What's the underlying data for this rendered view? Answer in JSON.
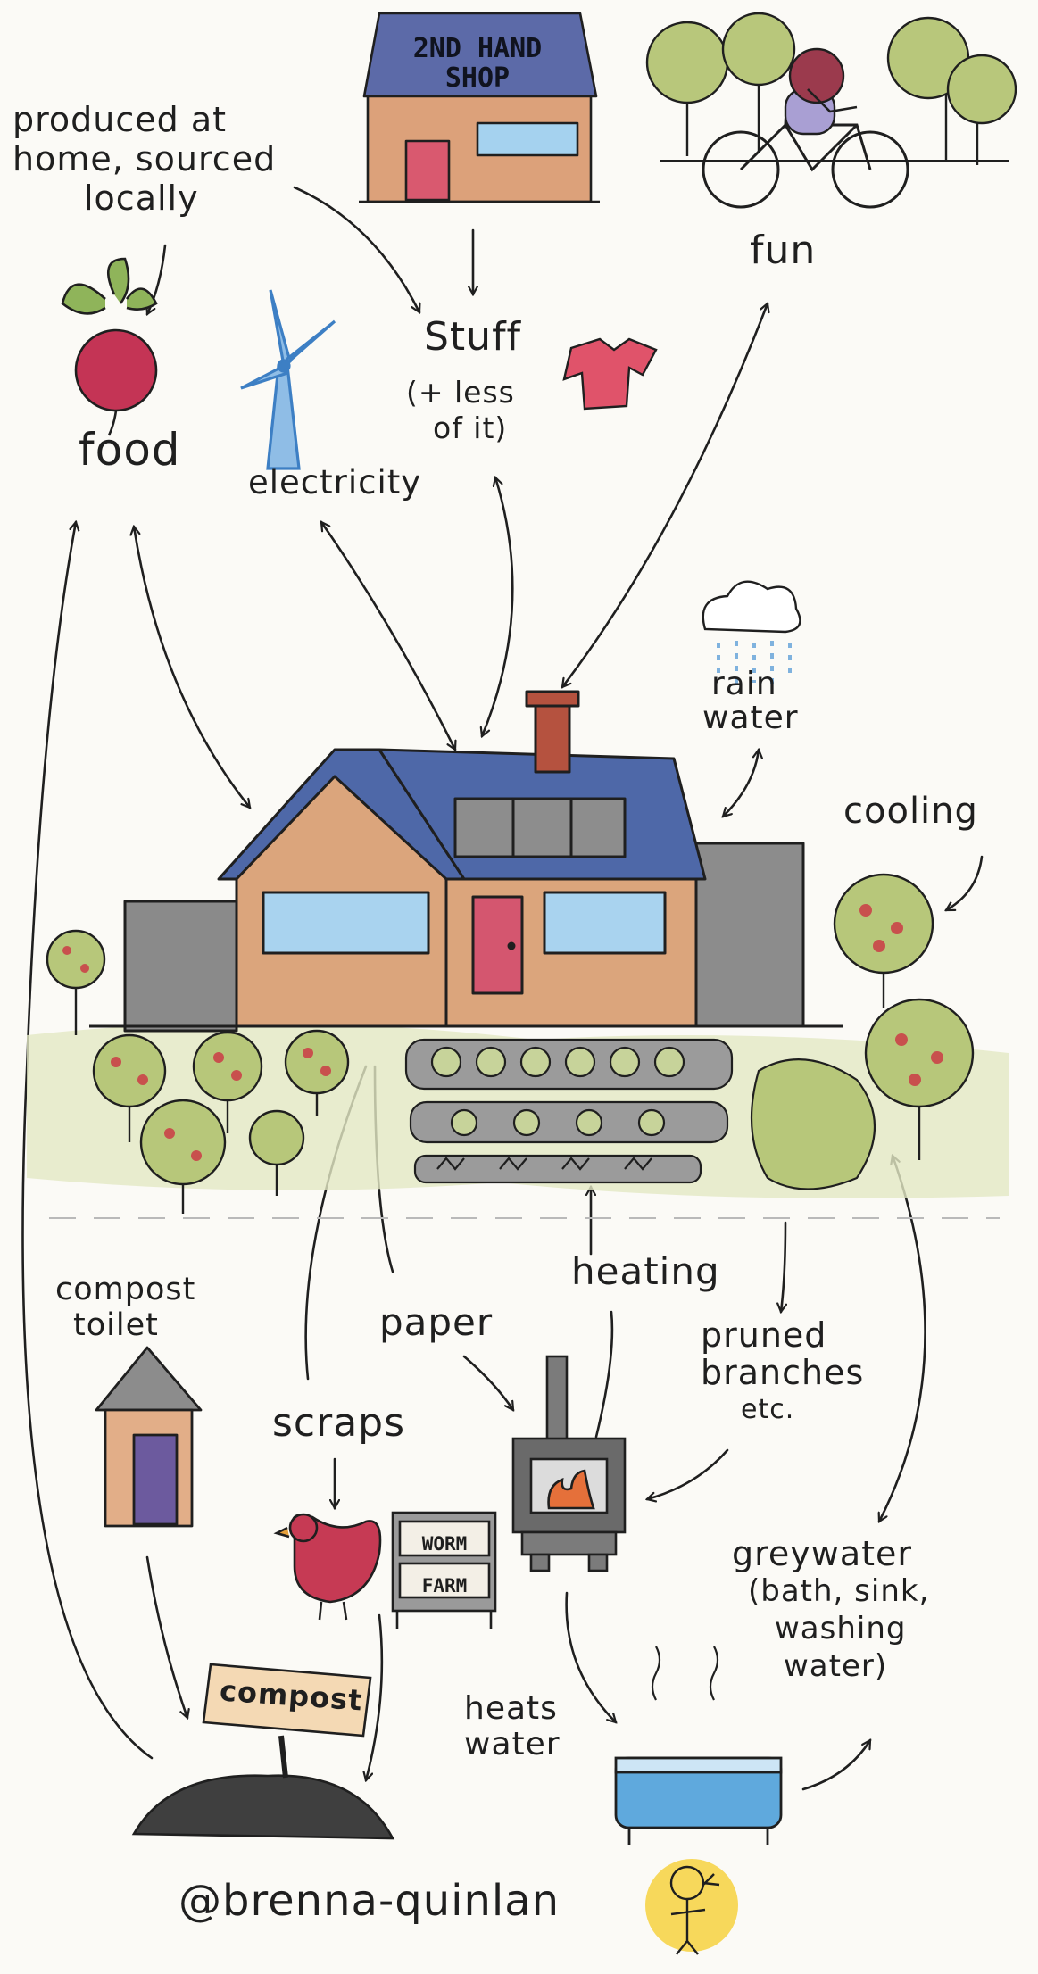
{
  "labels": {
    "produced_line1": "produced at",
    "produced_line2": "home, sourced",
    "produced_line3": "locally",
    "shop_line1": "2ND HAND",
    "shop_line2": "SHOP",
    "fun": "fun",
    "food": "food",
    "electricity": "electricity",
    "stuff": "Stuff",
    "stuff_note_line1": "(+ less",
    "stuff_note_line2": "of it)",
    "rain_line1": "rain",
    "rain_line2": "water",
    "cooling": "cooling",
    "compost_toilet_line1": "compost",
    "compost_toilet_line2": "toilet",
    "paper": "paper",
    "heating": "heating",
    "pruned_line1": "pruned",
    "pruned_line2": "branches",
    "pruned_line3": "etc.",
    "scraps": "scraps",
    "worm_line1": "WORM",
    "worm_line2": "FARM",
    "greywater_line1": "greywater",
    "greywater_line2": "(bath, sink,",
    "greywater_line3": "washing",
    "greywater_line4": "water)",
    "compost_sign": "compost",
    "heats_line1": "heats",
    "heats_line2": "water",
    "signature": "@brenna-quinlan"
  },
  "colors": {
    "ink": "#1f1f1f",
    "roof": "#4e68a8",
    "house_wall": "#dba57c",
    "window": "#a9d3ef",
    "door": "#d4566f",
    "beetroot": "#c43455",
    "leaf": "#8fb45a",
    "turbine": "#3d7fc4",
    "shirt": "#e0536a",
    "chimney": "#b5523f",
    "tank": "#8c8c8c",
    "rain": "#7fb2de",
    "tree_crown": "#b7c77a",
    "fruit": "#c8504d",
    "stove": "#6a6a6a",
    "flame": "#e5703a",
    "hen": "#c63a54",
    "bath": "#5fa9dd",
    "soil": "#3f3f3f",
    "toilet_wall": "#e2ae88",
    "toilet_door": "#6c5a9e",
    "sign_board": "#f4d9b4",
    "face_bg": "#f6d44a"
  },
  "icons": [
    "beetroot-icon",
    "wind-turbine-icon",
    "t-shirt-icon",
    "shop-icon",
    "cyclist-icon",
    "tree-icon",
    "house-icon",
    "rain-cloud-icon",
    "water-tank-icon",
    "fruit-tree-icon",
    "vegetable-garden-icon",
    "compost-toilet-icon",
    "chicken-icon",
    "worm-farm-icon",
    "wood-stove-icon",
    "bathtub-icon",
    "compost-heap-icon",
    "face-icon"
  ]
}
